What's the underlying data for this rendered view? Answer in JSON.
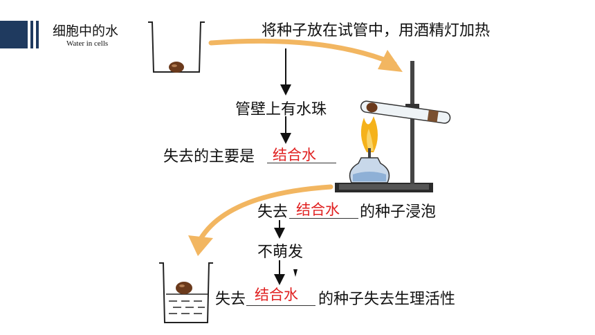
{
  "header": {
    "title_cn": "细胞中的水",
    "title_en": "Water in cells"
  },
  "steps": {
    "heat": "将种子放在试管中，用酒精灯加热",
    "droplets": "管壁上有水珠",
    "lost_main_prefix": "失去的主要是",
    "lost_main_answer": "结合水",
    "soak_prefix": "失去",
    "soak_answer": "结合水",
    "soak_suffix": "的种子浸泡",
    "no_germinate": "不萌发",
    "final_prefix": "失去",
    "final_answer": "结合水",
    "final_suffix": "的种子失去生理活性"
  },
  "colors": {
    "accent_dark": "#1f3a5f",
    "answer_red": "#e02020",
    "curve_arrow": "#f2b661",
    "flame": "#f5b21b"
  },
  "icons": [
    "beaker-with-seed-icon",
    "alcohol-lamp-apparatus-icon",
    "beaker-with-water-and-seed-icon"
  ]
}
